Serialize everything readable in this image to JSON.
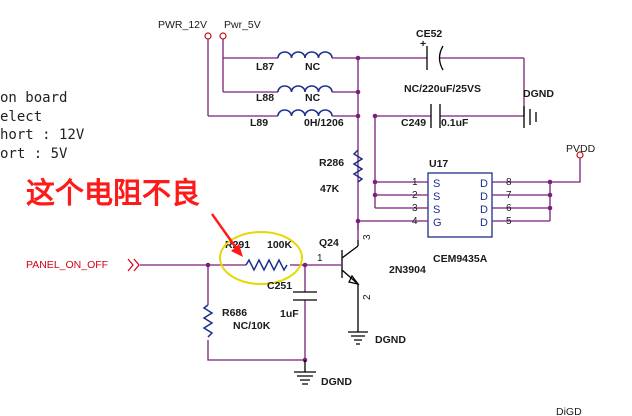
{
  "left_text": {
    "line1": "on board",
    "line2": "elect",
    "line3": "hort : 12V",
    "line4": "ort : 5V"
  },
  "annotation": {
    "text": "这个电阻不良",
    "color": "#ff1a1a",
    "highlight_color": "#e6d800"
  },
  "nets": {
    "pwr_12v": "PWR_12V",
    "pwr_5v": "Pwr_5V",
    "dgnd": "DGND",
    "pvdd": "PVDD",
    "panel_on_off": "PANEL_ON_OFF",
    "digd": "DiGD"
  },
  "components": {
    "l87": {
      "ref": "L87",
      "value": "NC"
    },
    "l88": {
      "ref": "L88",
      "value": "NC"
    },
    "l89": {
      "ref": "L89",
      "value": "0H/1206"
    },
    "ce52": {
      "ref": "CE52",
      "value": "NC/220uF/25VS",
      "polarity": "+"
    },
    "c249": {
      "ref": "C249",
      "value": "0.1uF"
    },
    "r286": {
      "ref": "R286",
      "value": "47K"
    },
    "u17": {
      "ref": "U17",
      "part": "CEM9435A"
    },
    "r291": {
      "ref": "R291",
      "value": "100K"
    },
    "q24": {
      "ref": "Q24",
      "part": "2N3904",
      "pin1": "1",
      "pin2": "2",
      "pin3": "3"
    },
    "c251": {
      "ref": "C251",
      "value": "1uF"
    },
    "r686": {
      "ref": "R686",
      "value": "NC/10K"
    }
  },
  "u17_pins": {
    "left": [
      {
        "num": "1",
        "sym": "S"
      },
      {
        "num": "2",
        "sym": "S"
      },
      {
        "num": "3",
        "sym": "S"
      },
      {
        "num": "4",
        "sym": "G"
      }
    ],
    "right": [
      {
        "num": "8",
        "sym": "D"
      },
      {
        "num": "7",
        "sym": "D"
      },
      {
        "num": "6",
        "sym": "D"
      },
      {
        "num": "5",
        "sym": "D"
      }
    ]
  }
}
